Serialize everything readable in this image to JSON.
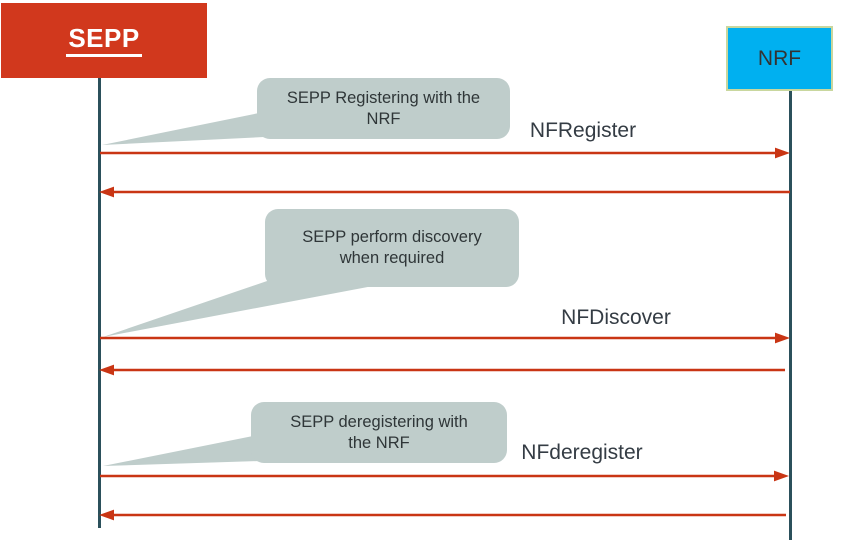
{
  "diagram": {
    "type": "sequence-diagram",
    "actors": [
      {
        "id": "sepp",
        "label": "SEPP"
      },
      {
        "id": "nrf",
        "label": "NRF"
      }
    ],
    "notes": [
      {
        "id": "note-register",
        "text": "SEPP Registering with the\nNRF"
      },
      {
        "id": "note-discover",
        "text": "SEPP perform discovery\nwhen required"
      },
      {
        "id": "note-deregister",
        "text": "SEPP deregistering with\nthe NRF"
      }
    ],
    "messages": [
      {
        "id": "nf-register",
        "label": "NFRegister",
        "from": "SEPP",
        "to": "NRF",
        "direction": "right"
      },
      {
        "id": "nf-register-response",
        "label": "",
        "from": "NRF",
        "to": "SEPP",
        "direction": "left"
      },
      {
        "id": "nf-discover",
        "label": "NFDiscover",
        "from": "SEPP",
        "to": "NRF",
        "direction": "right"
      },
      {
        "id": "nf-discover-response",
        "label": "",
        "from": "NRF",
        "to": "SEPP",
        "direction": "left"
      },
      {
        "id": "nf-deregister",
        "label": "NFderegister",
        "from": "SEPP",
        "to": "NRF",
        "direction": "right"
      },
      {
        "id": "nf-deregister-response",
        "label": "",
        "from": "NRF",
        "to": "SEPP",
        "direction": "left"
      }
    ],
    "colors": {
      "sepp_box": "#D1381D",
      "nrf_box": "#00B0F0",
      "nrf_border": "#C9D79E",
      "nrf_text": "#333333",
      "arrow": "#C93514",
      "lifeline": "#2B505B",
      "note_fill": "#BFCDCB",
      "note_text": "#2F3638",
      "label_text": "#343C44"
    }
  }
}
